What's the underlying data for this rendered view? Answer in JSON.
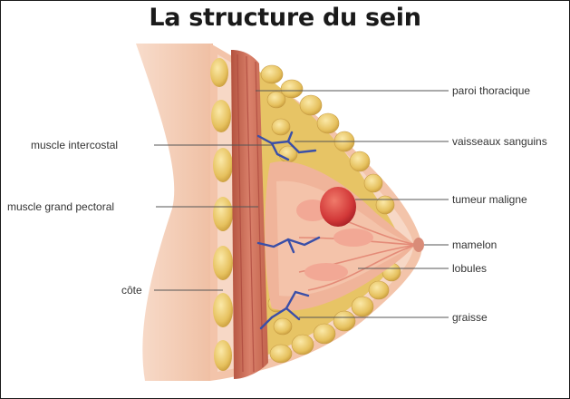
{
  "title": "La structure du sein",
  "labels": {
    "left": [
      {
        "key": "muscle_intercostal",
        "text": "muscle intercostal"
      },
      {
        "key": "muscle_grand_pectoral",
        "text": "muscle grand pectoral"
      },
      {
        "key": "cote",
        "text": "côte"
      }
    ],
    "right": [
      {
        "key": "paroi_thoracique",
        "text": "paroi thoracique"
      },
      {
        "key": "vaisseaux_sanguins",
        "text": "vaisseaux sanguins"
      },
      {
        "key": "tumeur_maligne",
        "text": "tumeur maligne"
      },
      {
        "key": "mamelon",
        "text": "mamelon"
      },
      {
        "key": "lobules",
        "text": "lobules"
      },
      {
        "key": "graisse",
        "text": "graisse"
      }
    ]
  },
  "colors": {
    "skin": "#f4cbb4",
    "muscle": "#cf6f55",
    "fat": "#e9c76a",
    "tumor": "#d63a3a",
    "vessel": "#3a4fa8",
    "leader": "#555555"
  }
}
